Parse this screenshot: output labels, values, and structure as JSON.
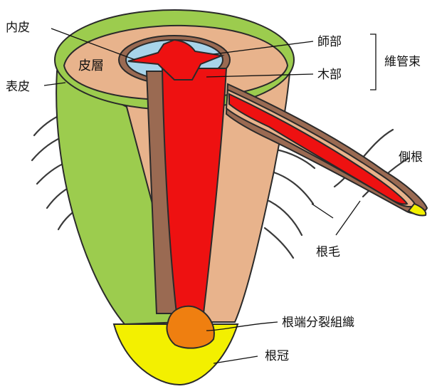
{
  "labels": {
    "endodermis": "内皮",
    "cortex": "皮層",
    "epidermis": "表皮",
    "phloem": "師部",
    "xylem": "木部",
    "vascular_bundle": "維管束",
    "lateral_root": "側根",
    "root_hair": "根毛",
    "apical_meristem": "根端分裂組織",
    "root_cap": "根冠"
  },
  "colors": {
    "epidermis": "#9ccc4e",
    "cortex": "#e8b38c",
    "endodermis": "#9a6a52",
    "phloem": "#a8d4ea",
    "xylem": "#ee1111",
    "meristem": "#ef7f10",
    "root_cap": "#f3f000",
    "outline": "#2a2a2a"
  }
}
